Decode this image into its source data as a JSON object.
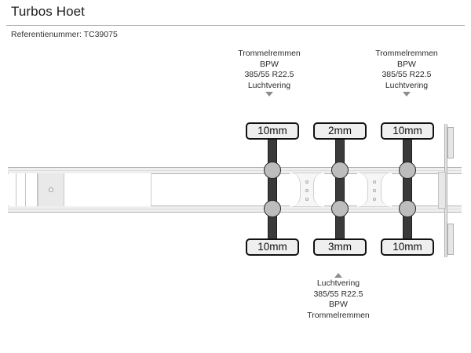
{
  "header": {
    "title": "Turbos Hoet",
    "reference_label": "Referentienummer: TC39075"
  },
  "annotations": {
    "axle_front": {
      "line1": "Trommelremmen",
      "line2": "BPW",
      "line3": "385/55 R22.5",
      "line4": "Luchtvering",
      "arrow": "arrow-down-icon"
    },
    "axle_rear": {
      "line1": "Trommelremmen",
      "line2": "BPW",
      "line3": "385/55 R22.5",
      "line4": "Luchtvering",
      "arrow": "arrow-down-icon"
    },
    "bottom": {
      "arrow": "arrow-up-icon",
      "line1": "Luchtvering",
      "line2": "385/55 R22.5",
      "line3": "BPW",
      "line4": "Trommelremmen"
    }
  },
  "tyres": {
    "top": [
      {
        "axle": 1,
        "thickness": "10mm"
      },
      {
        "axle": 2,
        "thickness": "2mm"
      },
      {
        "axle": 3,
        "thickness": "10mm"
      }
    ],
    "bottom": [
      {
        "axle": 1,
        "thickness": "10mm"
      },
      {
        "axle": 2,
        "thickness": "3mm"
      },
      {
        "axle": 3,
        "thickness": "10mm"
      }
    ]
  },
  "colors": {
    "axle_bar": "#3a3a3a",
    "hub": "#bdbdbd",
    "chip_background": "#efefef",
    "chip_border": "#111111",
    "chassis_rail": "#efefef",
    "rule": "#b9b9b9",
    "arrow": "#8d8d8d"
  }
}
